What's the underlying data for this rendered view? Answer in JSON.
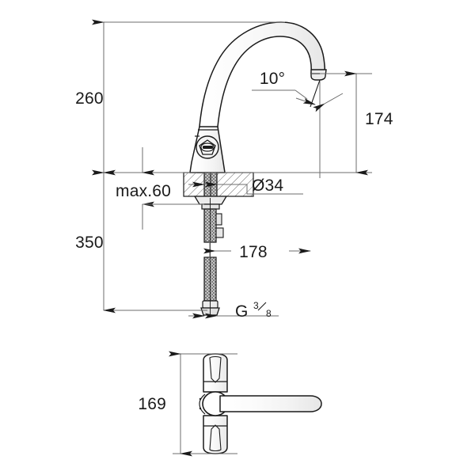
{
  "drawing": {
    "type": "technical-dimension-drawing",
    "subject": "single-lever kitchen mixer tap",
    "background_color": "#ffffff",
    "line_color": "#1a1a1a",
    "dim_line_color": "#6e6e6e",
    "views": [
      {
        "name": "front-elevation",
        "label": ""
      },
      {
        "name": "top-plan",
        "label": ""
      }
    ],
    "dimensions": {
      "height_above_counter": "260",
      "height_below_counter": "350",
      "spout_outlet_height": "174",
      "max_counter_thickness": "max.60",
      "mounting_hole_diameter": "Ø34",
      "spout_reach": "178",
      "plan_width": "169",
      "outlet_angle": "10°",
      "thread_prefix": "G",
      "thread_numerator": "3",
      "thread_denominator": "8"
    }
  }
}
